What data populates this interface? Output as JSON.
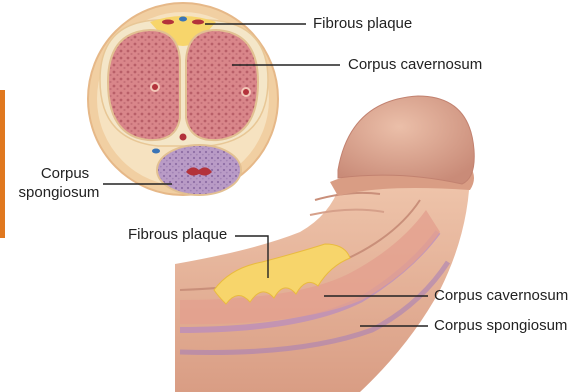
{
  "labels": {
    "top_fibrous_plaque": "Fibrous plaque",
    "top_corpus_cavernosum": "Corpus cavernosum",
    "corpus_spongiosum_line1": "Corpus",
    "corpus_spongiosum_line2": "spongiosum",
    "side_fibrous_plaque": "Fibrous plaque",
    "side_corpus_cavernosum": "Corpus cavernosum",
    "side_corpus_spongiosum": "Corpus spongiosum"
  },
  "colors": {
    "outer_ring": "#f1cfa2",
    "skin_edge": "#e9b98a",
    "tunica": "#f6e2c0",
    "cavernosum_fill": "#d9868a",
    "cavernosum_texture": "#b85f68",
    "plaque": "#f7d56b",
    "spongiosum_fill": "#b99bc6",
    "spongiosum_texture": "#8e6ea4",
    "artery": "#b3323b",
    "vein": "#3a74b6",
    "skin": "#e8b59a",
    "skin_shadow": "#c98f7a",
    "accent_bar": "#e0781f"
  },
  "icons": {
    "cross_section": "penis-cross-section-illustration",
    "side_view": "penis-side-view-illustration"
  }
}
